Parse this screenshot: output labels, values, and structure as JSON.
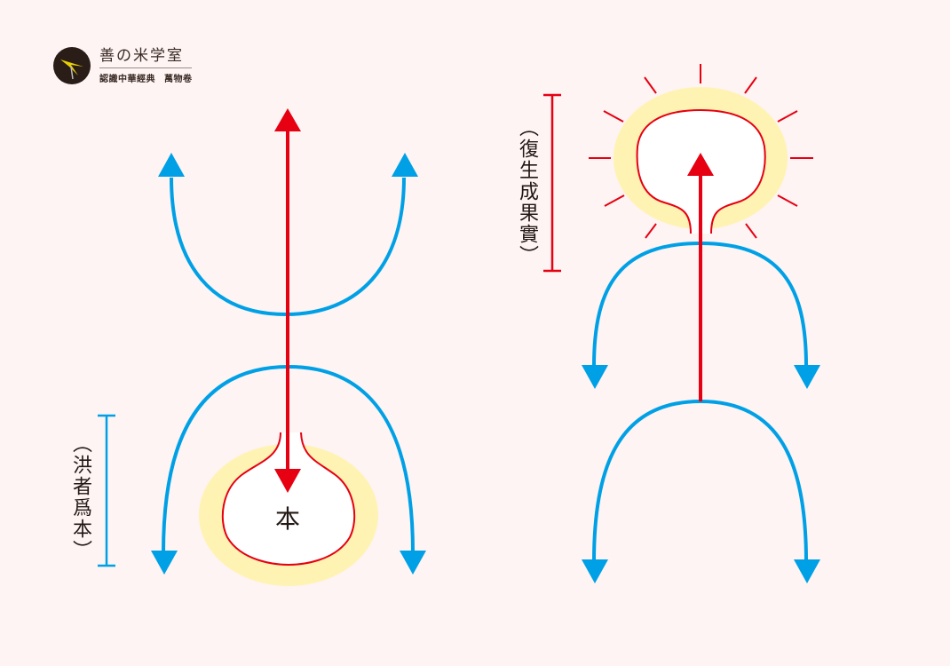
{
  "logo": {
    "title": "善の米学室",
    "subtitle_left": "認識中華經典",
    "subtitle_right": "萬物卷"
  },
  "labels": {
    "left_bracket_text": "︵洪者爲本︶",
    "right_bracket_text": "︵復生成果實︶",
    "center_char": "本"
  },
  "colors": {
    "background": "#fdf4f3",
    "blue": "#00a0e6",
    "red": "#e60012",
    "glow": "#fff3b3",
    "text": "#231815"
  }
}
